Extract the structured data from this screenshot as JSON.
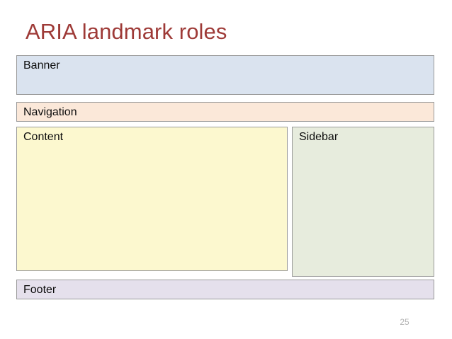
{
  "slide": {
    "title": "ARIA landmark roles",
    "title_color": "#9e3a37",
    "page_number": "25",
    "background": "#ffffff"
  },
  "landmarks": [
    {
      "key": "banner",
      "label": "Banner",
      "fill": "#dae3ef",
      "border": "#9a9a9a"
    },
    {
      "key": "navigation",
      "label": "Navigation",
      "fill": "#fbe8d9",
      "border": "#9a9a9a"
    },
    {
      "key": "content",
      "label": "Content",
      "fill": "#fcf8cf",
      "border": "#9a9a9a"
    },
    {
      "key": "sidebar",
      "label": "Sidebar",
      "fill": "#e7ecdd",
      "border": "#9a9a9a"
    },
    {
      "key": "footer",
      "label": "Footer",
      "fill": "#e5e0ec",
      "border": "#9a9a9a"
    }
  ]
}
